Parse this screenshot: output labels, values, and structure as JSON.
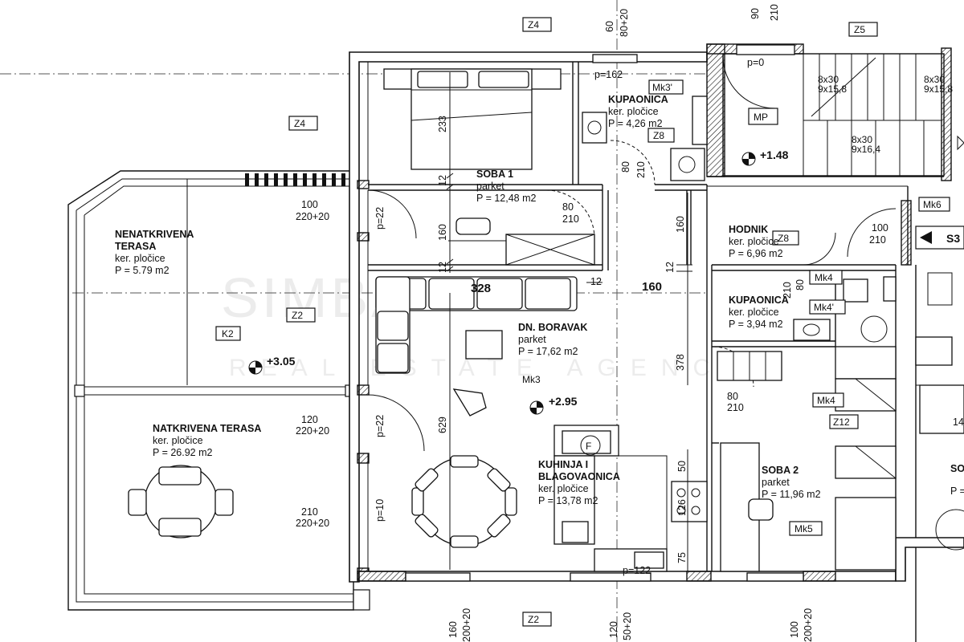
{
  "rooms": {
    "nenatkrivena": {
      "name1": "NENATKRIVENA",
      "name2": "TERASA",
      "finish": "ker. pločice",
      "area": "P = 5.79 m2"
    },
    "natkrivena": {
      "name": "NATKRIVENA TERASA",
      "finish": "ker. pločice",
      "area": "P = 26.92 m2"
    },
    "soba1": {
      "name": "SOBA 1",
      "finish": "parket",
      "area": "P = 12,48 m2"
    },
    "kupaonica1": {
      "name": "KUPAONICA",
      "finish": "ker. pločice",
      "area": "P = 4,26 m2"
    },
    "boravak": {
      "name": "DN. BORAVAK",
      "finish": "parket",
      "area": "P = 17,62 m2"
    },
    "kuhinja": {
      "name1": "KUHINJA I",
      "name2": "BLAGOVAONICA",
      "finish": "ker. pločice",
      "area": "P = 13,78 m2"
    },
    "hodnik": {
      "name": "HODNIK",
      "finish": "ker. pločice",
      "area": "P = 6,96 m2"
    },
    "kupaonica2": {
      "name": "KUPAONICA",
      "finish": "ker. pločice",
      "area": "P = 3,94 m2"
    },
    "soba2": {
      "name": "SOBA 2",
      "finish": "parket",
      "area": "P = 11,96 m2"
    }
  },
  "tags": {
    "z4_top": "Z4",
    "z4_left": "Z4",
    "z5": "Z5",
    "z2_left": "Z2",
    "z2_bottom": "Z2",
    "z8_bath": "Z8",
    "z8_hall": "Z8",
    "z12": "Z12",
    "k2": "K2",
    "mp": "MP",
    "mk3": "Mk3",
    "mk3p": "Mk3'",
    "mk4_hall": "Mk4",
    "mk4p": "Mk4'",
    "mk4_room": "Mk4",
    "mk5": "Mk5",
    "mk6": "Mk6",
    "f": "F",
    "s3": "S3"
  },
  "levels": {
    "terrace": "+3.05",
    "living": "+2.95",
    "stair": "+1.48"
  },
  "dims": {
    "top_60": "60",
    "top_80_20": "80+20",
    "top_90": "90",
    "top_210": "210",
    "p162": "p=162",
    "p0": "p=0",
    "stair1": "8x30",
    "stair1b": "9x15,8",
    "stair2": "8x30",
    "stair2b": "9x15,8",
    "stair3": "8x30",
    "stair3b": "9x16,4",
    "d233": "233",
    "d12a": "12",
    "d160a": "160",
    "d12b": "12",
    "d80a": "80",
    "d210a": "210",
    "d80b": "80",
    "d210b": "210",
    "d160v": "160",
    "d12c": "12",
    "d328": "328",
    "d12d": "12",
    "d160h": "160",
    "d378": "378",
    "d629": "629",
    "d80c": "80",
    "d210c": "210",
    "d100": "100",
    "d220_20a": "220+20",
    "d120": "120",
    "d220_20b": "220+20",
    "d210": "210",
    "d220_20c": "220+20",
    "p22a": "p=22",
    "p22b": "p=22",
    "p10": "p=10",
    "d50": "50",
    "d126": "126",
    "d75": "75",
    "p122": "p=122",
    "d100r": "100",
    "d210r": "210",
    "d80r": "80",
    "d210rr": "210",
    "d14": "14",
    "b160": "160",
    "b200_20": "200+20",
    "b120": "120",
    "b50_20": "50+20",
    "b100": "100",
    "b200_20b": "200+20",
    "so": "SO",
    "pr": "P ="
  },
  "watermark": {
    "line1": "SIMBA",
    "line2": "REAL ESTATE AGENCY"
  }
}
